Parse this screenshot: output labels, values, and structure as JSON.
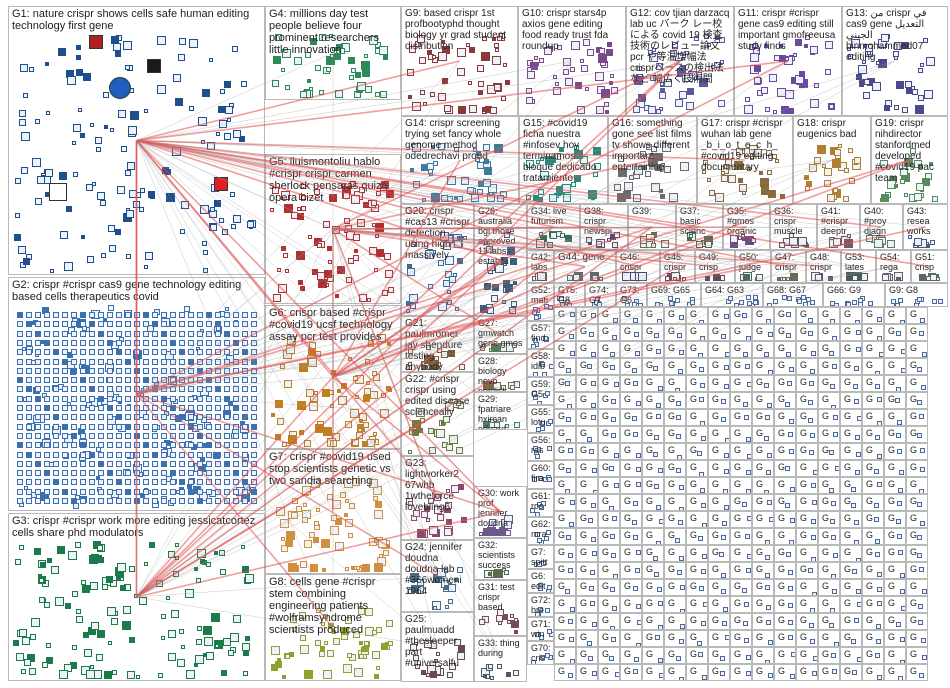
{
  "title": "",
  "colors": {
    "edge": "#e05050",
    "edge_gray": "#9a9a9a",
    "node_border": "#4a6a9a",
    "panel_border": "#b9b9b9"
  },
  "groups": [
    {
      "id": "G1",
      "label": "G1: nature crispr shows cells safe human editing technology first gene",
      "color": "#1f4e8c"
    },
    {
      "id": "G2",
      "label": "G2: crispr #crispr cas9 gene technology editing based cells therapeutics covid",
      "color": "#3a6fb0"
    },
    {
      "id": "G3",
      "label": "G3: crispr #crispr work more editing jessicatcortez cells share phd modulators",
      "color": "#1a7a4a"
    },
    {
      "id": "G4",
      "label": "G4: millions day test people believe four prominent researchers little innovation",
      "color": "#2e8b57"
    },
    {
      "id": "G5",
      "label": "G5: lluismontoliu hablo #crispr crispr carmen sherlock pensarás quizá ópera bizet",
      "color": "#b03030"
    },
    {
      "id": "G6",
      "label": "G6: crispr based #crispr #covid19 ucsf technology assay pcr test provides",
      "color": "#c08020"
    },
    {
      "id": "G7",
      "label": "G7: crispr #covid19 used stop scientists genetic vs two sandia searching",
      "color": "#d09040"
    },
    {
      "id": "G8",
      "label": "G8: cells gene #crispr stem combining engineering patients #wolframsyndrome scientists produced",
      "color": "#90a030"
    },
    {
      "id": "G9",
      "label": "G9: based crispr 1st profbootyphd thought biology yr grad student distribution",
      "color": "#8a3a3a"
    },
    {
      "id": "G10",
      "label": "G10: crispr stars4p axios gene editing food ready trust fda roundup",
      "color": "#7a4a8a"
    },
    {
      "id": "G11",
      "label": "G11: crispr #crispr gene cas9 editing still important gmofreeusa study finds",
      "color": "#6a4aa0"
    },
    {
      "id": "G12",
      "label": "G12: cov tjian darzacq lab uc バーク レー校による covid 19 検査技術のレビュー論文 pcr や等温增幅法 crisprベースの検出法 など 幅広く技術間",
      "color": "#5a5a9a"
    },
    {
      "id": "G13",
      "label": "G13: من crispr في cas9 gene التعديل الجيني binmohammed07 editing",
      "color": "#4a4a8a"
    },
    {
      "id": "G14",
      "label": "G14: crispr screening trying set fancy whole genome method odedrechavi proud",
      "color": "#3a7a9a"
    },
    {
      "id": "G15",
      "label": "G15: #covid19 ficha nuestra #infosev hoy terminamos bloque dedicado tratamiento",
      "color": "#2a8a7a"
    },
    {
      "id": "G16",
      "label": "G16: something gone see list films tv shows different important entertaining",
      "color": "#6a6a6a"
    },
    {
      "id": "G17",
      "label": "G17: crispr #crispr wuhan lab gene _b_i_o_t_e_c_h_ #covid19 editing documentary",
      "color": "#8a6a3a"
    },
    {
      "id": "G18",
      "label": "G18: crispr eugenics bad",
      "color": "#b08030"
    },
    {
      "id": "G19",
      "label": "G19: crispr nihdirector stanfordmed developed #covid19 pac team",
      "color": "#5a8a5a"
    },
    {
      "id": "G20",
      "label": "G20: crispr #cas13 #crispr detection using high massively",
      "color": "#3a6a9a"
    },
    {
      "id": "G21",
      "label": "G21: paulmromer jay shendure testing anybody saying scale",
      "color": "#7a5a3a"
    },
    {
      "id": "G22",
      "label": "G22: #crispr crispr using edited disease scienceally",
      "color": "#6a7a3a"
    },
    {
      "id": "G23",
      "label": "G23: lightworker2 67whb 1wtheforce lovebling6",
      "color": "#8a4a6a"
    },
    {
      "id": "G24",
      "label": "G24: jennifer doudna doudna lab #366womeni 1964",
      "color": "#4a6a8a"
    },
    {
      "id": "G25",
      "label": "G25: paulmuadd #thesleeper part #universalfu",
      "color": "#6a4a4a"
    },
    {
      "id": "G26",
      "label": "G26: australia bgi those approved 11 labs establis",
      "color": "#3a5a7a"
    },
    {
      "id": "G27",
      "label": "G27: gmwatch gene gmos",
      "color": "#5a7a5a"
    },
    {
      "id": "G28",
      "label": "G28: biology novo nordisk",
      "color": "#7a6a4a"
    },
    {
      "id": "G29",
      "label": "G29: fpatriare hxircan eduard",
      "color": "#4a7a6a"
    },
    {
      "id": "G30",
      "label": "G30: work prof jennifer doudna",
      "color": "#6a5a8a"
    },
    {
      "id": "G32",
      "label": "G32: scientists success",
      "color": "#5a6a4a"
    },
    {
      "id": "G31",
      "label": "G31: test crispr based",
      "color": "#7a4a5a"
    },
    {
      "id": "G33",
      "label": "G33: thing during",
      "color": "#4a5a6a"
    },
    {
      "id": "G34",
      "label": "G34: live futurism",
      "color": "#3a6a5a"
    },
    {
      "id": "G38",
      "label": "G38: crispr newspi",
      "color": "#5a4a6a"
    },
    {
      "id": "G39",
      "label": "G39:",
      "color": "#6a6a4a"
    },
    {
      "id": "G37",
      "label": "G37: basic scienc",
      "color": "#4a6a4a"
    },
    {
      "id": "G35",
      "label": "G35: #gmos organic",
      "color": "#6a4a7a"
    },
    {
      "id": "G36",
      "label": "G36: crispr muscle",
      "color": "#5a5a5a"
    },
    {
      "id": "G41",
      "label": "G41: #crispr deeptr",
      "color": "#7a5a5a"
    },
    {
      "id": "G40",
      "label": "G40: #proy diagn",
      "color": "#5a7a6a"
    },
    {
      "id": "G43",
      "label": "G43: resea works",
      "color": "#4a5a7a"
    },
    {
      "id": "G42",
      "label": "G42: labs",
      "color": "#6a5a4a"
    },
    {
      "id": "G44",
      "label": "G44: gene",
      "color": "#5a6a6a"
    },
    {
      "id": "G46",
      "label": "G46: crispr",
      "color": "#4a4a6a"
    },
    {
      "id": "G45",
      "label": "G45: crispr",
      "color": "#6a4a5a"
    },
    {
      "id": "G49",
      "label": "G49: crisp",
      "color": "#5a4a5a"
    },
    {
      "id": "G50",
      "label": "G50: judge",
      "color": "#4a6a5a"
    },
    {
      "id": "G47",
      "label": "G47: crispr",
      "color": "#6a6a5a"
    },
    {
      "id": "G48",
      "label": "G48: crispr",
      "color": "#5a5a6a"
    },
    {
      "id": "G53",
      "label": "G53: lates",
      "color": "#4a5a5a"
    },
    {
      "id": "G54",
      "label": "G54: rega",
      "color": "#6a5a6a"
    },
    {
      "id": "G51",
      "label": "G51: crisp",
      "color": "#5a6a5a"
    }
  ],
  "small_labels": [
    "G52: mati",
    "G75: G8",
    "G74: G7",
    "G73: G6",
    "G69: G65",
    "G64: G63",
    "G68: G67",
    "G66: G9",
    "G9: G8",
    "G57: find",
    "G58: idib",
    "G59: G5",
    "G55: lotu",
    "G56: res",
    "G60: fira",
    "G61: ros",
    "G62: mra",
    "G7: spitt",
    "G6: edit",
    "G72: bre",
    "G71: win",
    "G70: cris"
  ],
  "tiny_label": "G"
}
